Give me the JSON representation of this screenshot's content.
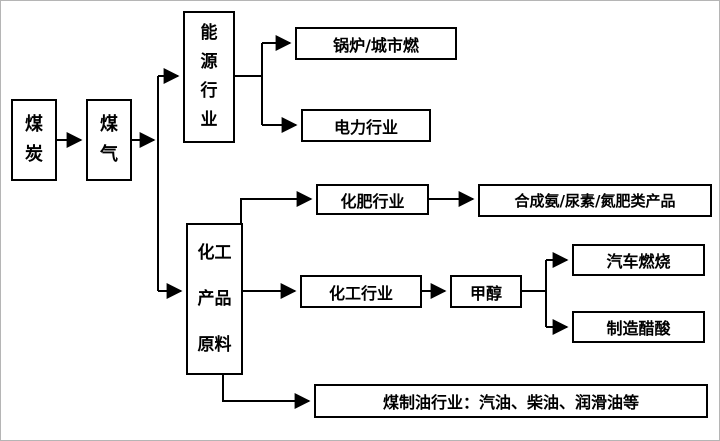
{
  "colors": {
    "line": "#000000",
    "text": "#000000",
    "background": "#ffffff"
  },
  "nodes": {
    "coal": {
      "label": "煤\n炭"
    },
    "coal_gas": {
      "label": "煤\n气"
    },
    "energy_industry": {
      "label": "能\n源\n行\n业"
    },
    "boiler_city_gas": {
      "label": "锅炉/城市燃"
    },
    "power_industry": {
      "label": "电力行业"
    },
    "chemical_raw_material": {
      "label": "化工\n产品\n原料"
    },
    "fertilizer_industry": {
      "label": "化肥行业"
    },
    "fertilizer_products": {
      "label": "合成氨/尿素/氮肥类产品"
    },
    "chemical_industry": {
      "label": "化工行业"
    },
    "methanol": {
      "label": "甲醇"
    },
    "automobile_combustion": {
      "label": "汽车燃烧"
    },
    "acetic_acid_manufacturing": {
      "label": "制造醋酸"
    },
    "coal_to_oil": {
      "label": "煤制油行业：汽油、柴油、润滑油等"
    }
  }
}
